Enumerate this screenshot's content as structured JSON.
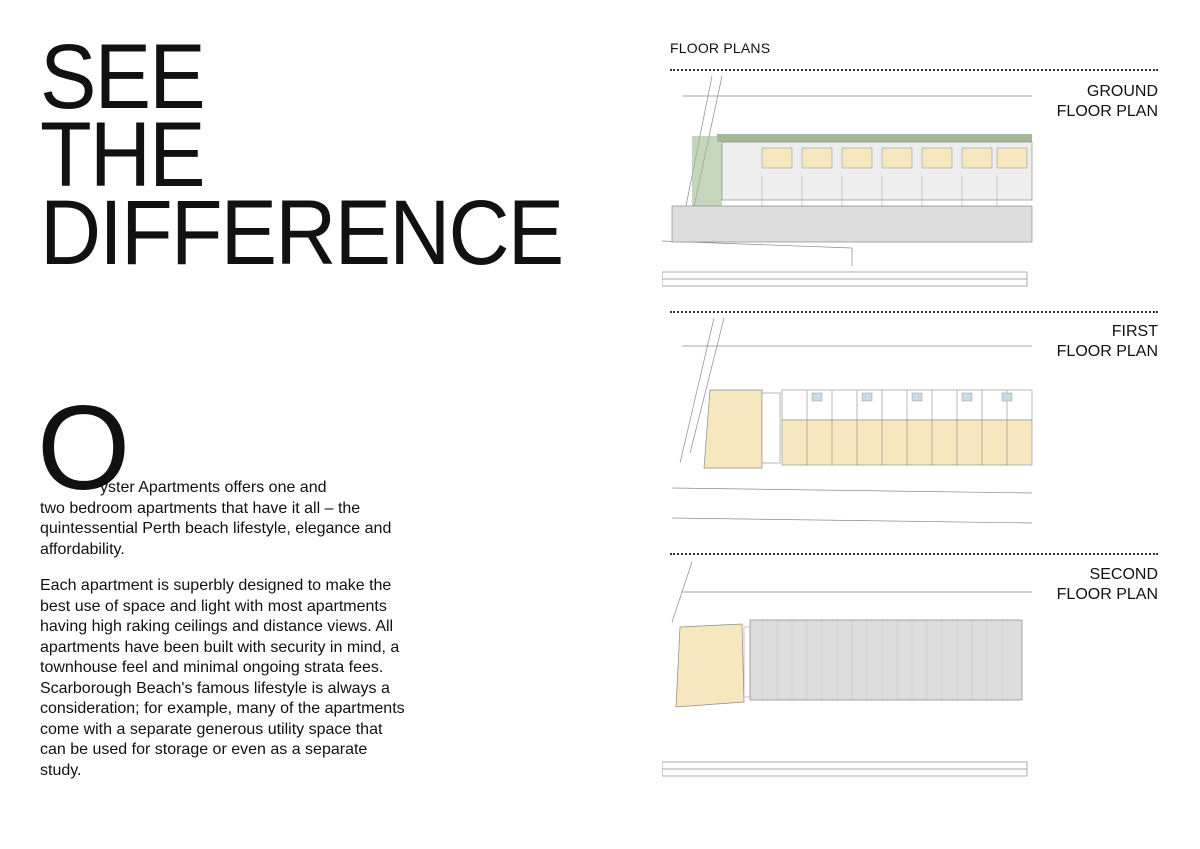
{
  "headline": {
    "line1": "SEE",
    "line2": "THE",
    "line3": "DIFFERENCE"
  },
  "intro": {
    "dropcap": "O",
    "lead_first": "yster Apartments offers one and",
    "lead_rest": "two bedroom apartments that have it all – the quintessential Perth beach lifestyle, elegance and affordability.",
    "paragraph2": "Each apartment is superbly designed to make the best use of space and light with most apartments having high raking ceilings and distance views. All apartments have been built with security in mind, a townhouse feel and minimal ongoing strata fees. Scarborough Beach's famous lifestyle is always a consideration; for example, many of the apartments come with a separate generous utility space that can be used for storage or even as a separate study."
  },
  "floor_plans": {
    "section_title": "FLOOR PLANS",
    "ground": {
      "line1": "GROUND",
      "line2": "FLOOR PLAN"
    },
    "first": {
      "line1": "FIRST",
      "line2": "FLOOR PLAN"
    },
    "second": {
      "line1": "SECOND",
      "line2": "FLOOR PLAN"
    }
  },
  "colors": {
    "text": "#111111",
    "unit_fill": "#f6e7bf",
    "drawing_line": "#8a8a8a",
    "garden": "#7a9a6a",
    "roof": "#d9d9d9"
  }
}
